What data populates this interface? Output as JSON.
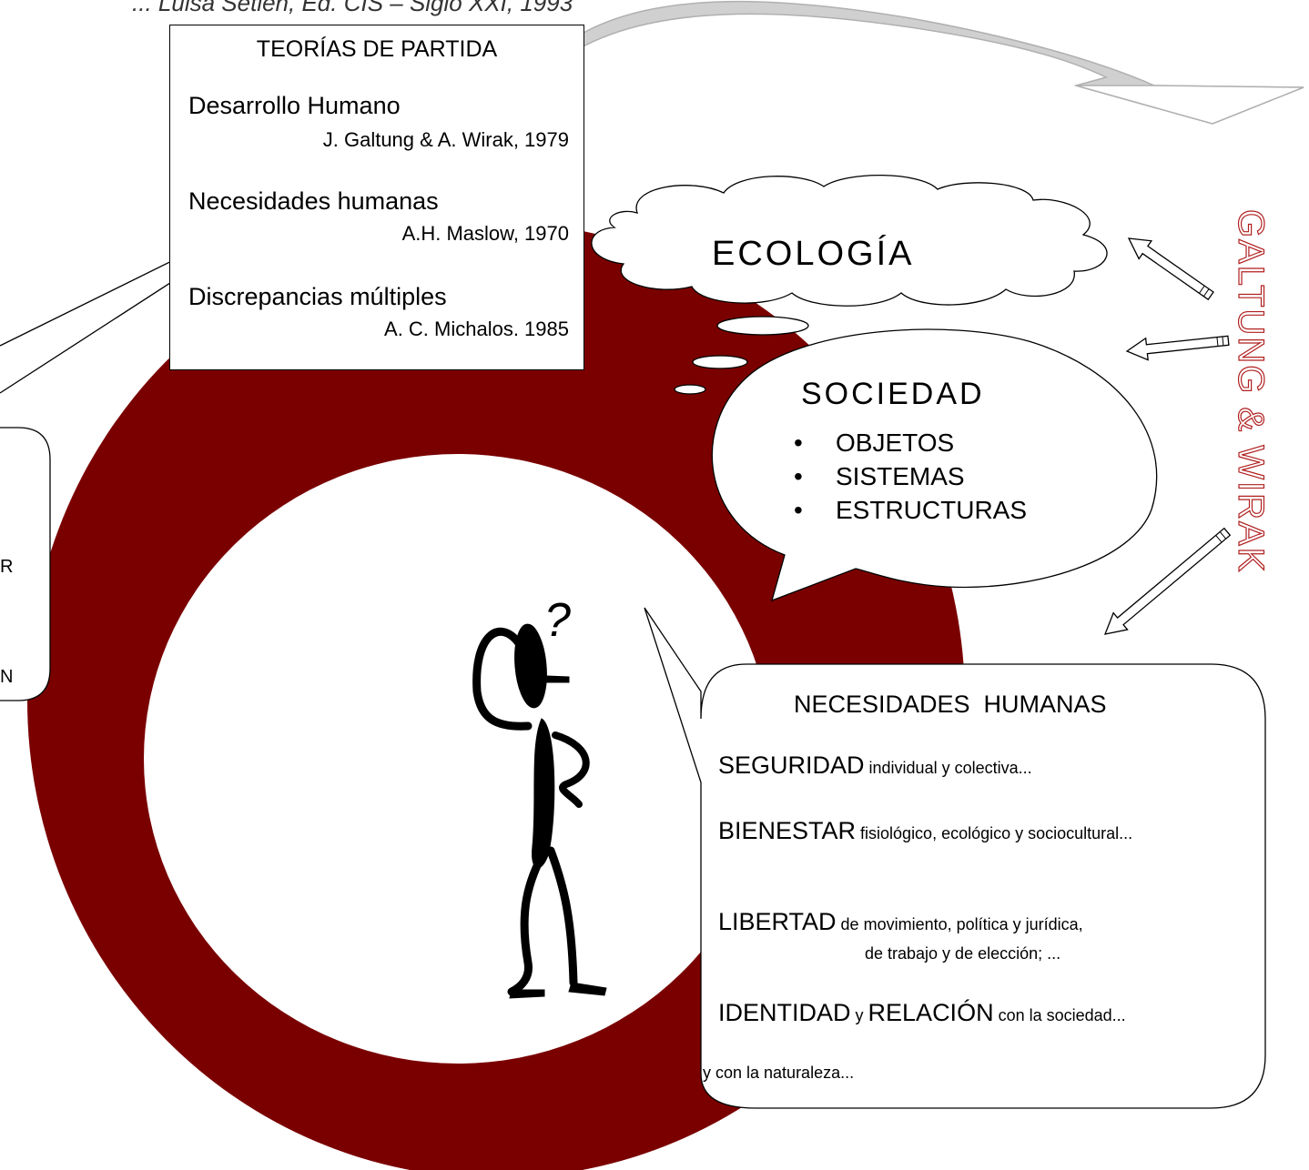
{
  "citation": "... Luisa Setien, Ed. CIS – Siglo XXI, 1993",
  "theories": {
    "title": "TEORÍAS DE PARTIDA",
    "items": [
      {
        "name": "Desarrollo Humano",
        "author": "J. Galtung & A. Wirak, 1979"
      },
      {
        "name": "Necesidades humanas",
        "author": "A.H. Maslow, 1970"
      },
      {
        "name": "Discrepancias múltiples",
        "author": "A. C. Michalos. 1985"
      }
    ]
  },
  "ecologia": "ECOLOGÍA",
  "sociedad": {
    "title": "SOCIEDAD",
    "items": [
      "OBJETOS",
      "SISTEMAS",
      "ESTRUCTURAS"
    ]
  },
  "vertical_label": "GALTUNG & WIRAK",
  "necesidades": {
    "title": "NECESIDADES  HUMANAS",
    "items": [
      {
        "key": "SEGURIDAD",
        "text": " individual y colectiva..."
      },
      {
        "key": "BIENESTAR",
        "text": " fisiológico, ecológico y sociocultural..."
      },
      {
        "key": "LIBERTAD",
        "text": " de movimiento, política y jurídica,",
        "text2": "de trabajo y de elección; ..."
      },
      {
        "key": "IDENTIDAD",
        "mid": " y ",
        "key2": "RELACIÓN",
        "text": " con la sociedad...",
        "text3": "y con la naturaleza..."
      }
    ]
  },
  "left_fragments": [
    "R",
    "N"
  ],
  "question_mark": "?",
  "colors": {
    "ring": "#7a0000",
    "arrow_gray": "#c8c8c8",
    "galtung": "#b02020"
  }
}
